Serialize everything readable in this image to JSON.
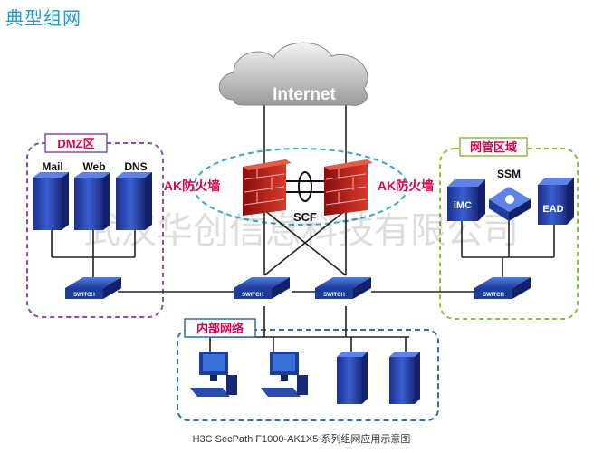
{
  "title": "典型组网",
  "caption": "H3C SecPath F1000-AK1X5 系列组网应用示意图",
  "watermark": "武汉华创信息科技有限公司",
  "internet_label": "Internet",
  "zones": {
    "dmz": {
      "label": "DMZ区",
      "servers": [
        "Mail",
        "Web",
        "DNS"
      ]
    },
    "mgmt": {
      "label": "网管区域",
      "center": "SSM",
      "left": "iMC",
      "right": "EAD"
    },
    "internal": {
      "label": "内部网络"
    }
  },
  "firewall_left_label": "AK防火墙",
  "firewall_right_label": "AK防火墙",
  "scf_label": "SCF",
  "switch_label": "SWITCH",
  "colors": {
    "title": "#1a9cd8",
    "label_red": "#e0004d",
    "dmz_border": "#8a4fa6",
    "mgmt_border": "#8cbf3a",
    "internal_border": "#2f6fb0",
    "ellipse": "#39a9c9"
  }
}
